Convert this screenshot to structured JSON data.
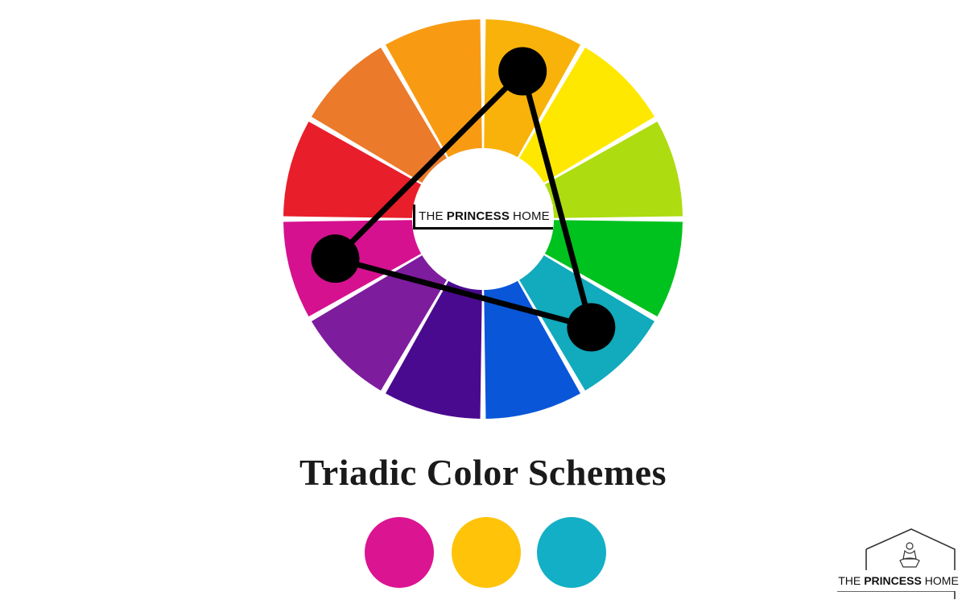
{
  "title": "Triadic Color Schemes",
  "center_label": {
    "part1": "THE",
    "part2": "PRINCESS",
    "part3": "HOME"
  },
  "logo": {
    "part1": "THE",
    "part2": "PRINCESS",
    "part3": "HOME"
  },
  "wheel": {
    "segments": [
      {
        "name": "orange-yellow",
        "color": "#F8B20A"
      },
      {
        "name": "yellow",
        "color": "#FFE800"
      },
      {
        "name": "yellow-green",
        "color": "#ADDC10"
      },
      {
        "name": "green",
        "color": "#00C21E"
      },
      {
        "name": "blue-green",
        "color": "#12AABD"
      },
      {
        "name": "blue",
        "color": "#0956D8"
      },
      {
        "name": "blue-violet",
        "color": "#4A0A8F"
      },
      {
        "name": "violet",
        "color": "#7E1C9E"
      },
      {
        "name": "red-violet",
        "color": "#D5118F"
      },
      {
        "name": "red",
        "color": "#E81E2A"
      },
      {
        "name": "red-orange",
        "color": "#EB7A2A"
      },
      {
        "name": "orange",
        "color": "#F89B12"
      }
    ],
    "triad_points": [
      "orange-yellow",
      "blue-green",
      "red-violet"
    ]
  },
  "swatches": [
    {
      "name": "magenta",
      "color": "#DB1492"
    },
    {
      "name": "yellow",
      "color": "#FFC30A"
    },
    {
      "name": "teal",
      "color": "#13AFC6"
    }
  ]
}
